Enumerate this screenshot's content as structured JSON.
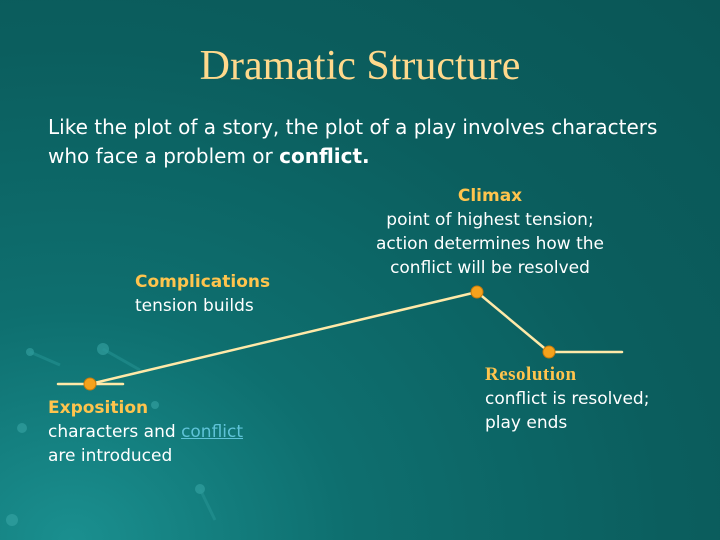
{
  "title": "Dramatic Structure",
  "intro": {
    "text": "Like the plot of a story, the plot of a play involves characters who face a problem or ",
    "emphasis": "conflict."
  },
  "stages": {
    "exposition": {
      "heading": "Exposition",
      "line1_prefix": "characters and ",
      "line1_link": "conflict",
      "line2": "are introduced"
    },
    "complications": {
      "heading": "Complications",
      "text": "tension builds"
    },
    "climax": {
      "heading": "Climax",
      "line1": "point of highest tension;",
      "line2": "action determines how the",
      "line3": "conflict will be resolved"
    },
    "resolution": {
      "heading": "Resolution",
      "line1": "conflict is resolved;",
      "line2": "play ends"
    }
  },
  "colors": {
    "title": "#ffd98c",
    "heading": "#ffc44d",
    "line": "#ffe9a8",
    "marker": "#f5a21c",
    "link": "#5fc3d8"
  }
}
